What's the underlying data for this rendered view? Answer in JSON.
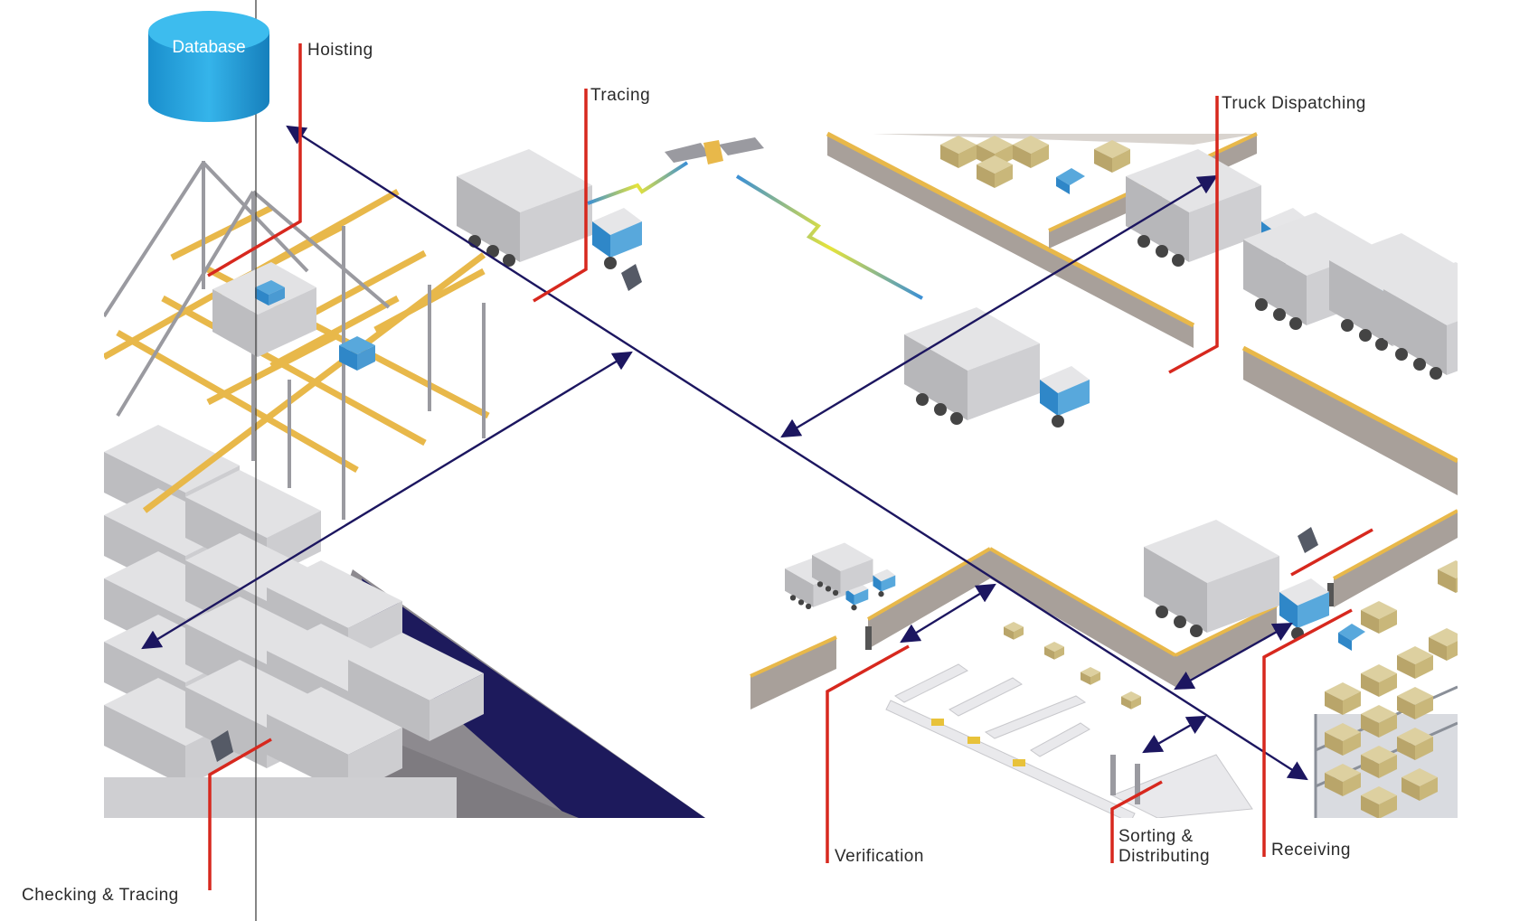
{
  "database": {
    "label": "Database"
  },
  "labels": {
    "hoisting": "Hoisting",
    "tracing": "Tracing",
    "truck_dispatching": "Truck Dispatching",
    "checking_tracing": "Checking & Tracing",
    "verification": "Verification",
    "sorting_line1": "Sorting &",
    "sorting_line2": "Distributing",
    "receiving": "Receiving"
  },
  "colors": {
    "callout": "#d7281e",
    "flow_arrow": "#1c1660",
    "crane": "#e8b84a",
    "container": "#c9c9cb",
    "truck_cab": "#2f87c8",
    "wall": "#a8a09a",
    "water": "#1d1a5c",
    "cargo": "#c9b77a",
    "database": "#1fa1dc"
  },
  "icons": [
    "database-icon",
    "satellite-icon",
    "crane-icon",
    "truck-icon",
    "forklift-icon",
    "scanner-icon",
    "shelf-icon"
  ]
}
